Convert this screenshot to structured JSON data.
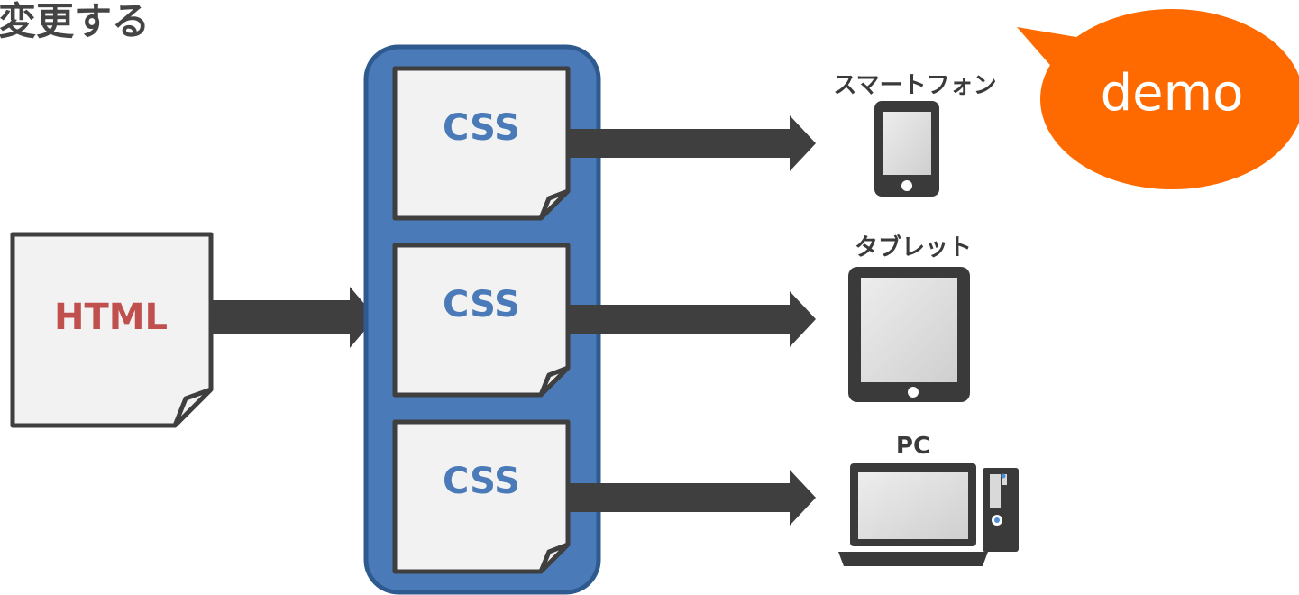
{
  "title": "変更する",
  "html_doc": {
    "label": "HTML"
  },
  "css_docs": [
    {
      "label": "CSS"
    },
    {
      "label": "CSS"
    },
    {
      "label": "CSS"
    }
  ],
  "devices": [
    {
      "label": "スマートフォン",
      "icon": "smartphone-icon"
    },
    {
      "label": "タブレット",
      "icon": "tablet-icon"
    },
    {
      "label": "PC",
      "icon": "desktop-pc-icon"
    }
  ],
  "demo_bubble": {
    "label": "demo"
  },
  "colors": {
    "css_group": "#4a7ab8",
    "css_text": "#4a7ab8",
    "html_text": "#c0504d",
    "arrow": "#3f3f3f",
    "doc_fill": "#f2f2f2",
    "device": "#3a3a3a",
    "screen": "#d9d9d9",
    "bubble": "#ff6a00"
  }
}
